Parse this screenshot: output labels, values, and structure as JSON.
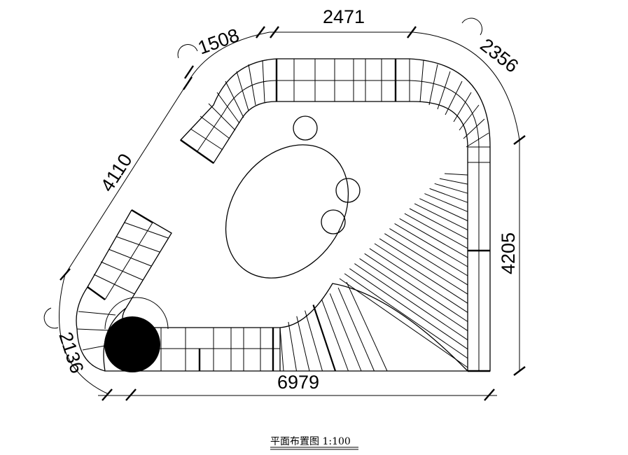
{
  "drawing": {
    "dimensions": {
      "d1508": "1508",
      "d2471": "2471",
      "d2356": "2356",
      "d4110": "4110",
      "d4205": "4205",
      "d2136": "2136",
      "d6979": "6979"
    },
    "caption": "平面布置图 1:100"
  }
}
